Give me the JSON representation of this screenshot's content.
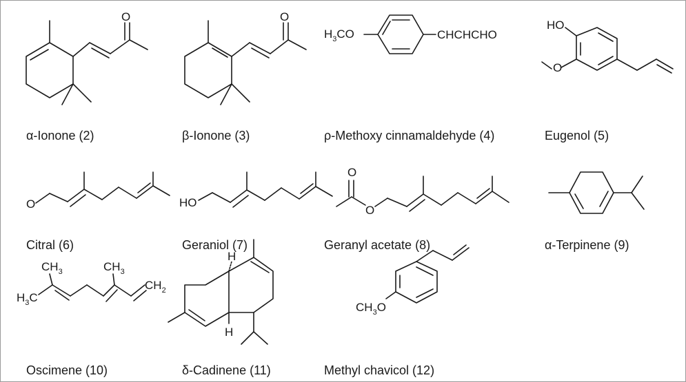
{
  "compounds": [
    {
      "name": "α-Ionone (2)"
    },
    {
      "name": "β-Ionone (3)"
    },
    {
      "name": "ρ-Methoxy cinnamaldehyde (4)"
    },
    {
      "name": "Eugenol (5)"
    },
    {
      "name": "Citral (6)"
    },
    {
      "name": "Geraniol (7)"
    },
    {
      "name": "Geranyl acetate (8)"
    },
    {
      "name": "α-Terpinene (9)"
    },
    {
      "name": "Oscimene (10)"
    },
    {
      "name": "δ-Cadinene (11)"
    },
    {
      "name": "Methyl chavicol (12)"
    }
  ],
  "atoms": {
    "o": "O",
    "h3co": "H",
    "h3co_sub": "3",
    "h3co_tail": "CO",
    "chchcho": "CHCHCHO",
    "ho": "HO",
    "ch3": "CH",
    "ch3_sub": "3",
    "h3c": "H",
    "h3c_sub": "3",
    "h3c_tail": "C",
    "ch2": "CH",
    "ch2_sub": "2",
    "h": "H",
    "ch3o": "CH",
    "ch3o_sub": "3",
    "ch3o_tail": "O"
  }
}
